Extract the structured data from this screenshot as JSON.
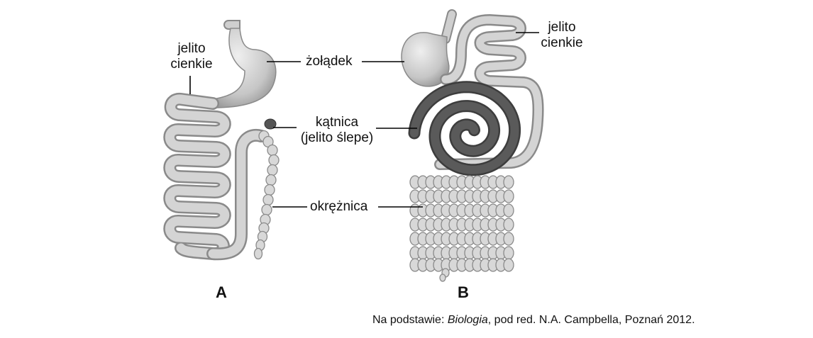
{
  "labels": {
    "a_small_intestine": [
      "jelito",
      "cienkie"
    ],
    "stomach": "żołądek",
    "caecum": [
      "kątnica",
      "(jelito ślepe)"
    ],
    "colon": "okrężnica",
    "b_small_intestine": [
      "jelito",
      "cienkie"
    ]
  },
  "panels": {
    "a": "A",
    "b": "B"
  },
  "source": {
    "prefix": "Na podstawie: ",
    "title": "Biologia",
    "suffix": ", pod red. N.A. Campbella, Poznań 2012."
  },
  "colors": {
    "organ_light": "#d4d4d4",
    "organ_outline": "#8a8a8a",
    "caecum_dark": "#555555",
    "leader": "#000000"
  }
}
